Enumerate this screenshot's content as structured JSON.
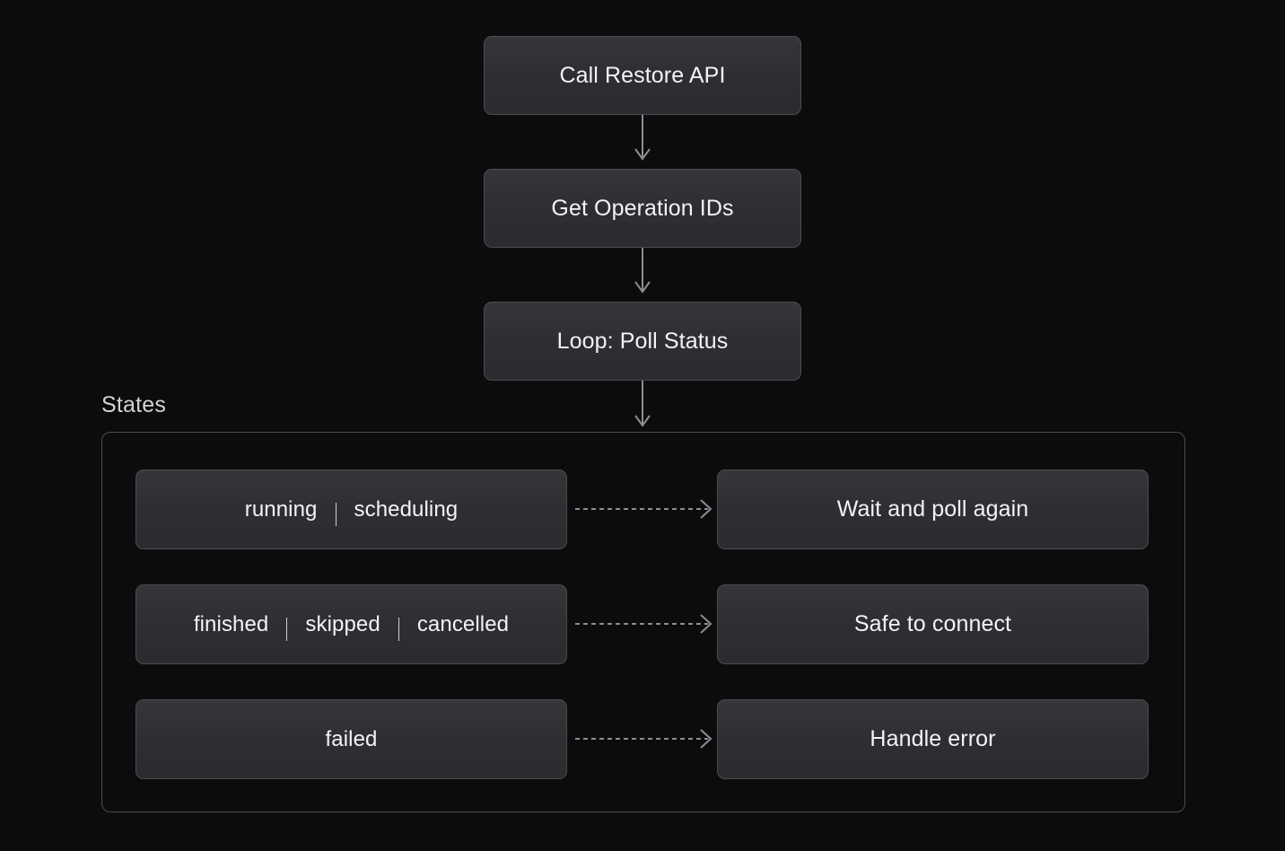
{
  "diagram": {
    "background_color": "#0c0c0d",
    "node_fill": "#2f3135",
    "node_border": "#4a4c51",
    "text_color": "#f2f3f4",
    "edge_color": "#8b8e93",
    "group_border": "#4b4d52"
  },
  "flow": {
    "nodes": [
      {
        "id": "call-restore-api",
        "label": "Call Restore API"
      },
      {
        "id": "get-operation-ids",
        "label": "Get Operation IDs"
      },
      {
        "id": "loop-poll-status",
        "label": "Loop: Poll Status"
      }
    ]
  },
  "states_group": {
    "label": "States",
    "rows": [
      {
        "id": "running-scheduling",
        "states": [
          "running",
          "scheduling"
        ],
        "separator": "|",
        "action": {
          "id": "wait-and-poll-again",
          "label": "Wait and poll again"
        },
        "edge_style": "dashed"
      },
      {
        "id": "finished-skipped-cancelled",
        "states": [
          "finished",
          "skipped",
          "cancelled"
        ],
        "separator": "|",
        "action": {
          "id": "safe-to-connect",
          "label": "Safe to connect"
        },
        "edge_style": "dashed"
      },
      {
        "id": "failed",
        "states": [
          "failed"
        ],
        "separator": "|",
        "action": {
          "id": "handle-error",
          "label": "Handle error"
        },
        "edge_style": "dashed"
      }
    ]
  },
  "edges": [
    {
      "from": "call-restore-api",
      "to": "get-operation-ids",
      "style": "solid"
    },
    {
      "from": "get-operation-ids",
      "to": "loop-poll-status",
      "style": "solid"
    },
    {
      "from": "loop-poll-status",
      "to": "states-group",
      "style": "solid"
    },
    {
      "from": "running-scheduling",
      "to": "wait-and-poll-again",
      "style": "dashed"
    },
    {
      "from": "finished-skipped-cancelled",
      "to": "safe-to-connect",
      "style": "dashed"
    },
    {
      "from": "failed",
      "to": "handle-error",
      "style": "dashed"
    }
  ]
}
